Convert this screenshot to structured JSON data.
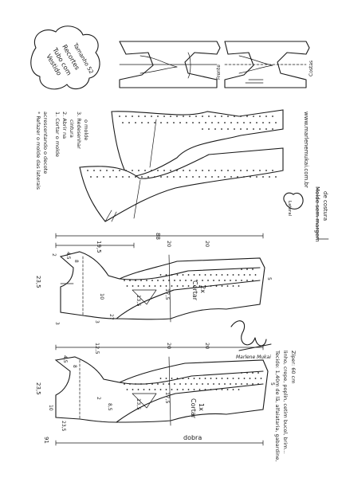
{
  "title": {
    "line1": "Vestido",
    "line2": "Tubo com",
    "line3": "Recortes",
    "line4": "Tamanho 52"
  },
  "views": {
    "front": "Frente",
    "back": "Costas"
  },
  "instructions": {
    "redo_note_1": "* Refazer o molde das laterais",
    "redo_note_2": "acrescentando o decote",
    "step_1": "1. Cortar o molde",
    "step_2": "2. Abrir na",
    "step_3": "cintura",
    "step_4": "3. Redesenhar",
    "step_5": "o molde",
    "margin_note_1": "Molde sem margem",
    "margin_note_2": "de costura",
    "website": "www.marlenemukai.com.br",
    "label_lateral": "Lateral"
  },
  "pattern_back": {
    "cut_label_1": "Cortar",
    "cut_label_2": "2x",
    "m_total": "88",
    "m_upper": "19,5",
    "m_20a": "20",
    "m_20b": "20",
    "m_23_5": "23,5",
    "m_2": "2",
    "m_4_5": "4,5",
    "m_8": "8",
    "m_10": "10",
    "m_3": "3",
    "m_13_5": "13,5",
    "m_17_5": "17,5",
    "m_5": "5",
    "m_27": "27",
    "m_3b": "3"
  },
  "pattern_front": {
    "cut_label_1": "Cortar",
    "cut_label_2": "1x",
    "fold_label": "dobra",
    "m_total": "91",
    "m_12_5": "12,5",
    "m_20a": "20",
    "m_20b": "20",
    "m_23_5": "23,5",
    "m_4_5": "4,5",
    "m_8": "8",
    "m_10": "10",
    "m_2": "2",
    "m_8_5": "8,5",
    "m_13_5": "13,5",
    "m_17_5": "17,5",
    "m_5": "5",
    "m_23_5b": "23,5"
  },
  "fabric": {
    "line1": "Tecido: 1,40m de lã, alfaiataria, gabardine,",
    "line2": "linho, crepe, poplin, cetim bucol, brim...",
    "line3": "Zíper: 60 cm"
  },
  "signature": "Marlene Mukai"
}
